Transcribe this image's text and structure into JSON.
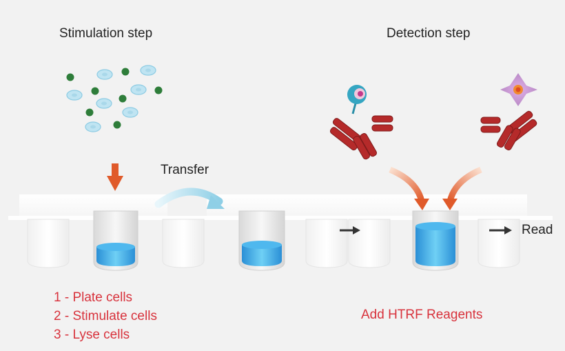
{
  "stimulation": {
    "title": "Stimulation step",
    "steps": [
      "1 - Plate cells",
      "2 - Stimulate cells",
      "3 - Lyse cells"
    ]
  },
  "transfer": {
    "label": "Transfer"
  },
  "detection": {
    "title": "Detection step",
    "reagents_label": "Add HTRF Reagents"
  },
  "read": {
    "label": "Read"
  },
  "colors": {
    "text_red": "#d8323c",
    "arrow_orange": "#e05a2a",
    "antibody_red": "#b52a2a",
    "liquid_blue": "#3aa6e0",
    "cell_blue": "#bfe4f2",
    "cell_green": "#2e7d3a",
    "transfer_arrow": "#8fcfe6"
  }
}
